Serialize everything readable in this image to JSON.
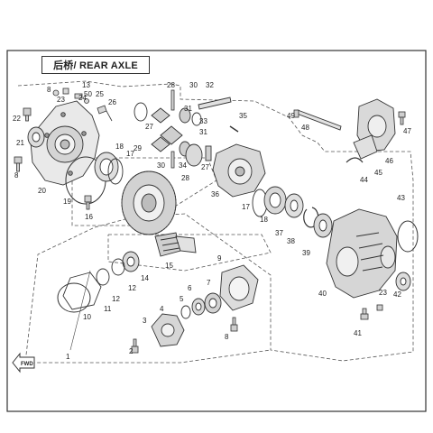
{
  "title": "后桥/ REAR AXLE",
  "fwd_label": "FWD",
  "part_numbers": [
    {
      "id": "1",
      "label": "1"
    },
    {
      "id": "2",
      "label": "2"
    },
    {
      "id": "3",
      "label": "3"
    },
    {
      "id": "4",
      "label": "4"
    },
    {
      "id": "5",
      "label": "5"
    },
    {
      "id": "6",
      "label": "6"
    },
    {
      "id": "7",
      "label": "7"
    },
    {
      "id": "8a",
      "label": "8"
    },
    {
      "id": "8b",
      "label": "8"
    },
    {
      "id": "8c",
      "label": "8"
    },
    {
      "id": "9",
      "label": "9"
    },
    {
      "id": "10",
      "label": "10"
    },
    {
      "id": "11",
      "label": "11"
    },
    {
      "id": "12a",
      "label": "12"
    },
    {
      "id": "12b",
      "label": "12"
    },
    {
      "id": "13",
      "label": "13"
    },
    {
      "id": "14",
      "label": "14"
    },
    {
      "id": "15",
      "label": "15"
    },
    {
      "id": "16",
      "label": "16"
    },
    {
      "id": "17a",
      "label": "17"
    },
    {
      "id": "17b",
      "label": "17"
    },
    {
      "id": "18a",
      "label": "18"
    },
    {
      "id": "18b",
      "label": "18"
    },
    {
      "id": "19",
      "label": "19"
    },
    {
      "id": "20",
      "label": "20"
    },
    {
      "id": "21",
      "label": "21"
    },
    {
      "id": "22",
      "label": "22"
    },
    {
      "id": "23a",
      "label": "23"
    },
    {
      "id": "23b",
      "label": "23"
    },
    {
      "id": "24",
      "label": "24"
    },
    {
      "id": "25",
      "label": "25"
    },
    {
      "id": "26",
      "label": "26"
    },
    {
      "id": "27a",
      "label": "27"
    },
    {
      "id": "27b",
      "label": "27"
    },
    {
      "id": "28a",
      "label": "28"
    },
    {
      "id": "28b",
      "label": "28"
    },
    {
      "id": "29",
      "label": "29"
    },
    {
      "id": "30a",
      "label": "30"
    },
    {
      "id": "30b",
      "label": "30"
    },
    {
      "id": "31a",
      "label": "31"
    },
    {
      "id": "31b",
      "label": "31"
    },
    {
      "id": "32",
      "label": "32"
    },
    {
      "id": "33",
      "label": "33"
    },
    {
      "id": "34",
      "label": "34"
    },
    {
      "id": "35",
      "label": "35"
    },
    {
      "id": "36",
      "label": "36"
    },
    {
      "id": "37",
      "label": "37"
    },
    {
      "id": "38",
      "label": "38"
    },
    {
      "id": "39",
      "label": "39"
    },
    {
      "id": "40",
      "label": "40"
    },
    {
      "id": "41",
      "label": "41"
    },
    {
      "id": "42",
      "label": "42"
    },
    {
      "id": "43",
      "label": "43"
    },
    {
      "id": "44",
      "label": "44"
    },
    {
      "id": "45",
      "label": "45"
    },
    {
      "id": "46",
      "label": "46"
    },
    {
      "id": "47",
      "label": "47"
    },
    {
      "id": "48",
      "label": "48"
    },
    {
      "id": "49",
      "label": "49"
    },
    {
      "id": "50",
      "label": "50"
    }
  ]
}
